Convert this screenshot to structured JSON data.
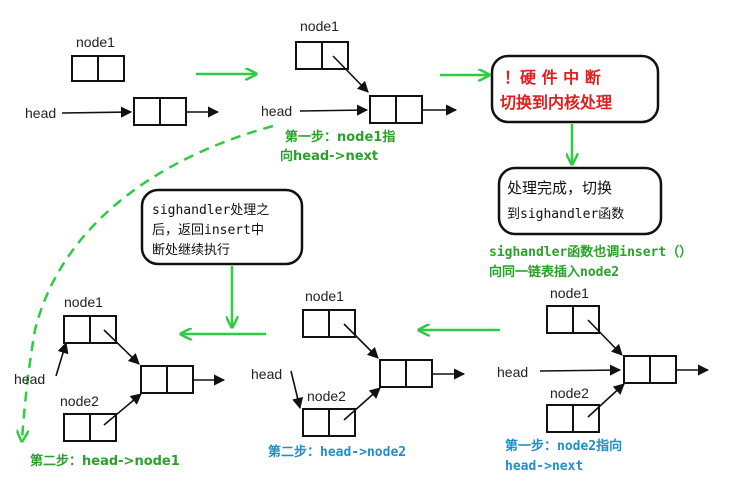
{
  "colors": {
    "green_arrow": "#2ecc40",
    "step_green": "#2aa12a",
    "step_blue": "#1f8fcc",
    "alert_red": "#e02020",
    "node_stroke": "#111111"
  },
  "labels": {
    "node1": "node1",
    "node2": "node2",
    "head": "head"
  },
  "top_step": {
    "line1": "第一步：node1指",
    "line2": "向head->next"
  },
  "interrupt_box": {
    "line1": "！硬 件 中 断",
    "line2": "切换到内核处理"
  },
  "done_box": {
    "line1": "处理完成，切换",
    "line2": "到sighandler函数"
  },
  "sighandler_note": {
    "line1": "sighandler函数也调insert（）",
    "line2": "向同一链表插入node2"
  },
  "return_box": {
    "line1": "sighandler处理之",
    "line2": "后，返回insert中",
    "line3": "断处继续执行"
  },
  "bottom_steps": {
    "right_line1": "第一步：node2指向",
    "right_line2": "head->next",
    "middle": "第二步：head->node2",
    "left": "第二步：head->node1"
  }
}
